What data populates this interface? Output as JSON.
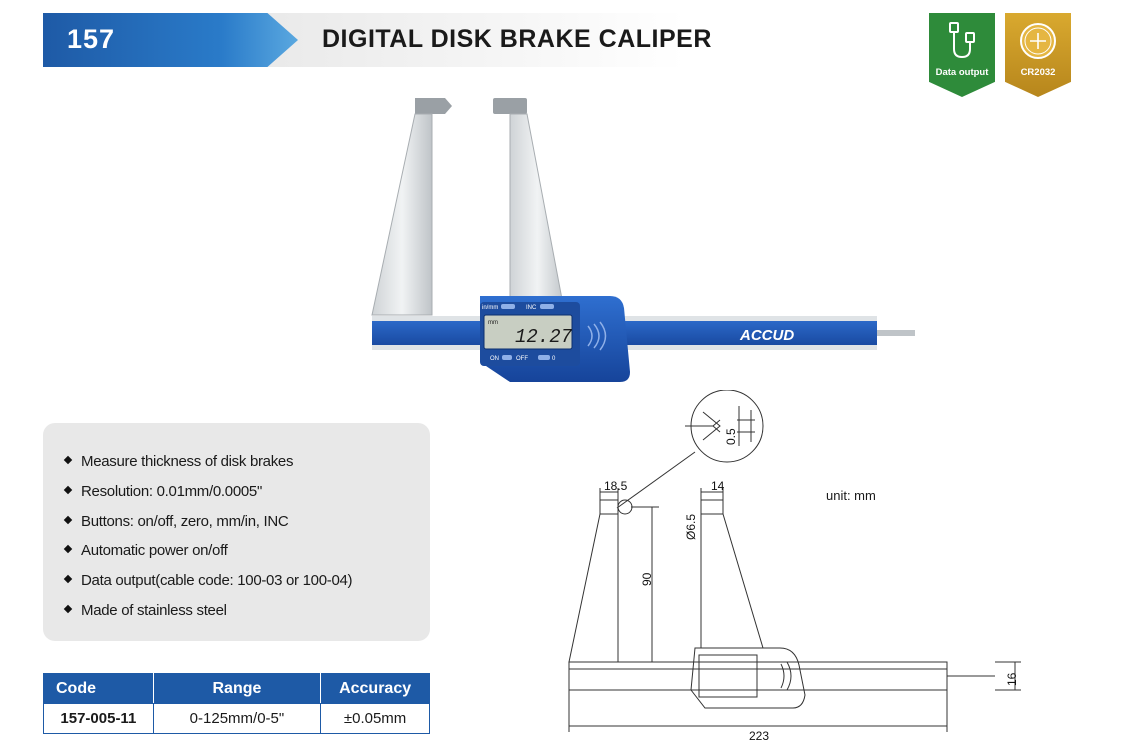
{
  "header": {
    "code": "157",
    "title": "DIGITAL DISK BRAKE CALIPER"
  },
  "badges": [
    {
      "label": "Data output",
      "icon": "usb-cable-icon",
      "color": "#2e8b3a"
    },
    {
      "label": "CR2032",
      "icon": "coin-battery-icon",
      "color": "#c99a26"
    }
  ],
  "product": {
    "brand": "ACCUD",
    "display_value": "12.27",
    "display_unit": "mm",
    "buttons": {
      "inmm": "in/mm",
      "inc": "INC",
      "on": "ON",
      "off": "OFF",
      "zero": "0"
    }
  },
  "features": [
    "Measure thickness of disk brakes",
    "Resolution: 0.01mm/0.0005\"",
    "Buttons: on/off, zero, mm/in, INC",
    "Automatic power on/off",
    "Data output(cable code: 100-03 or 100-04)",
    "Made of stainless steel"
  ],
  "spec_table": {
    "headers": [
      "Code",
      "Range",
      "Accuracy"
    ],
    "rows": [
      [
        "157-005-11",
        "0-125mm/0-5\"",
        "±0.05mm"
      ]
    ]
  },
  "drawing": {
    "unit_label": "unit: mm",
    "dims": {
      "tip_width": "18.5",
      "jaw_width": "14",
      "tip_dia": "Ø6.5",
      "jaw_height": "90",
      "tip_detail": "0.5",
      "beam_height": "16",
      "total_length": "223"
    }
  },
  "colors": {
    "accent": "#1e5aa6",
    "panel": "#e8e8e8"
  }
}
